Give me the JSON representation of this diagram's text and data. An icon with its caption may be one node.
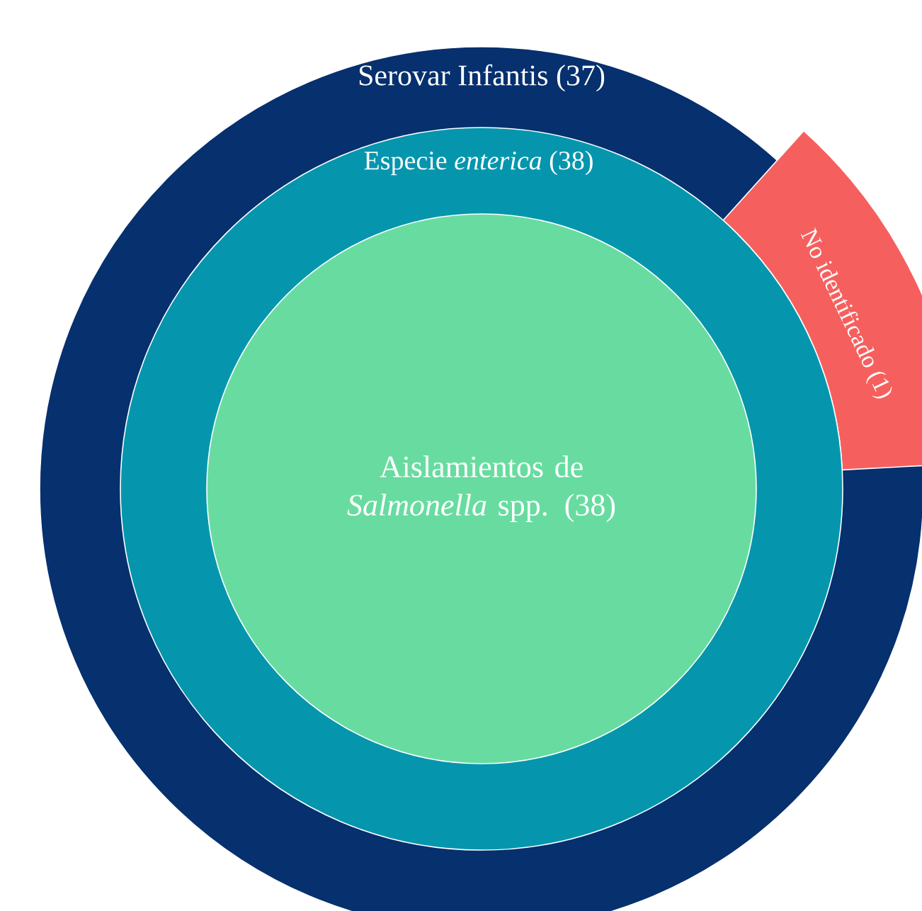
{
  "diagram": {
    "nodes": [
      {
        "text": [
          "Serovar Infantis (37)"
        ]
      },
      {
        "text": [
          "Especie *enterica* (38)"
        ],
        "in": 0
      },
      {
        "text": [
          "Aislamientos de *Salmonella* spp. (38)"
        ],
        "in": 1
      },
      {
        "text": [
          "No identificado (1)"
        ],
        "in": 0
      }
    ]
  }
}
